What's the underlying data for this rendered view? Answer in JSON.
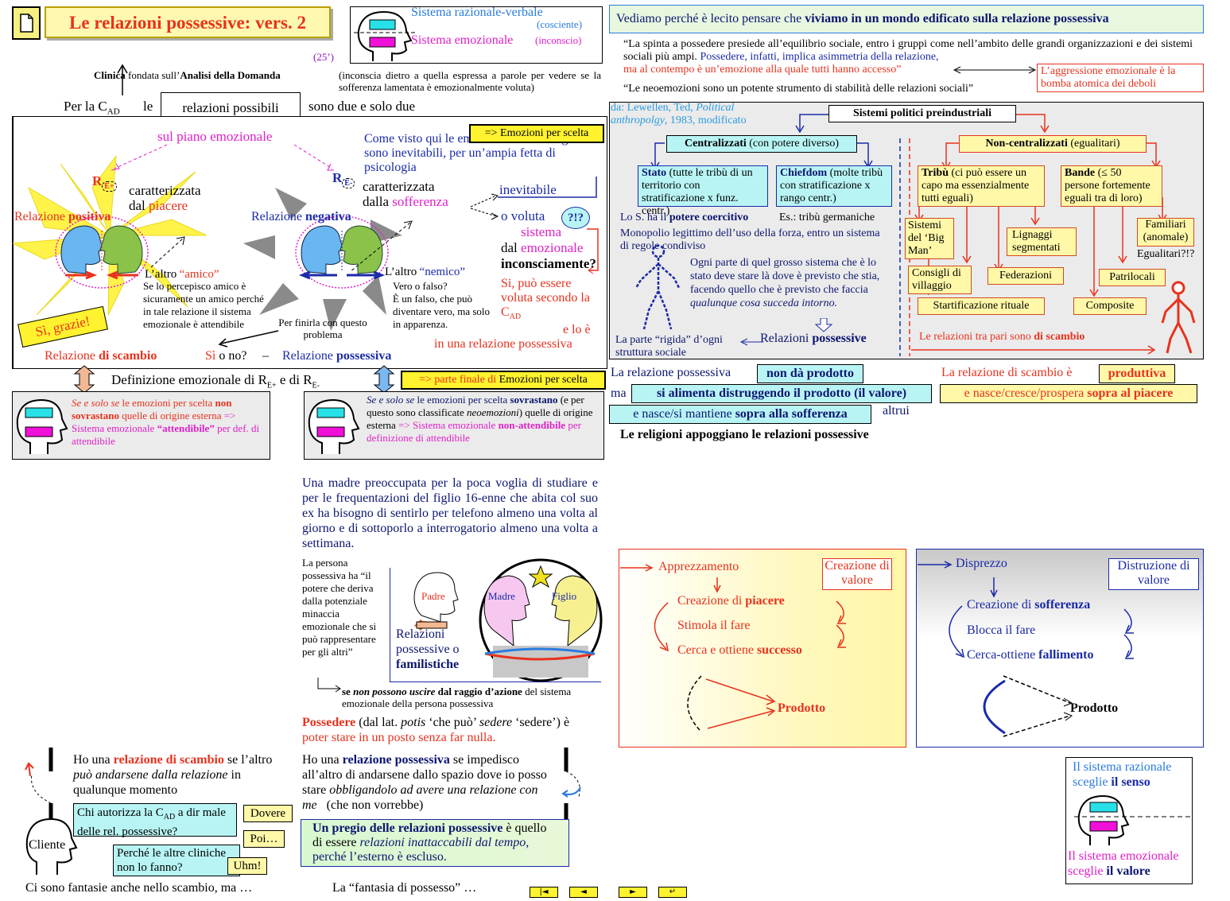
{
  "title": "Le relazioni possessive: vers. 2",
  "time": "(25’)",
  "systems": {
    "rational": "Sistema razionale-verbale",
    "rational_note": "(cosciente)",
    "emotional": "Sistema emozionale",
    "emotional_note": "(inconscio)"
  },
  "clinica": {
    "word1": "Clinica",
    "mid": "fondata sull’",
    "word2": "Analisi della Domanda",
    "rest": "(inconscia dietro a quella espressa a parole per vedere se la sofferenza lamentata è emozionalmente voluta)"
  },
  "intro": {
    "pre": "Per la C",
    "sub": "AD",
    "le": "le",
    "boxed": "relazioni possibili",
    "post": "sono due e solo due"
  },
  "left": {
    "piano": "sul piano emozionale",
    "come": "Come visto qui le emozioni non si scelgono e sono inevitabili, per un’ampia fetta di psicologia",
    "emozioni_btn": "=> Emozioni per scelta",
    "re_plus": "R",
    "re_plus_sub": "E+",
    "re_minus": "R",
    "re_minus_sub": "E-",
    "caratt1": "caratterizzata",
    "dal": "dal",
    "piacere": "piacere",
    "caratt2": "caratterizzata",
    "dalla": "dalla",
    "sofferenza": "sofferenza",
    "rel_pos_a": "Relazione",
    "rel_pos_b": "positiva",
    "rel_neg_a": "Relazione",
    "rel_neg_b": "negativa",
    "inevitabile": "inevitabile",
    "o_voluta": "o voluta",
    "qmark": "?!?",
    "dal_sistema": "dal",
    "sistema_emozionale": "sistema emozionale",
    "inconsciamente": "inconsciamente?",
    "altro_amico_a": "L’altro",
    "altro_amico_b": "“amico”",
    "amico_text": "Se lo percepisco amico è sicuramente un amico perché in tale relazione il sistema emozionale è attendibile",
    "altro_nemico_a": "L’altro",
    "altro_nemico_b": "“nemico”",
    "nemico_text": "Vero o falso?\nÈ un falso, che può diventare vero, ma solo in apparenza.",
    "si_puo": "Si, può essere voluta secondo la C",
    "si_puo_sub": "AD",
    "e_lo_e": "e lo è",
    "in_una": "in una relazione possessiva",
    "si_grazie": "Sì, grazie!",
    "per_finirla": "Per finirla con questo problema",
    "rel_scambio_a": "Relazione",
    "rel_scambio_b": "di scambio",
    "si_o_no_a": "Sì",
    "si_o_no_b": "o no?",
    "rel_poss_a": "Relazione",
    "rel_poss_b": "possessiva",
    "definizione": "Definizione emozionale di R",
    "def_sub1": "E+",
    "def_e": "e di R",
    "def_sub2": "E-",
    "parte_finale_a": "=> parte finale di",
    "parte_finale_b": "Emozioni per scelta"
  },
  "attend": {
    "left": {
      "a": "Se e solo se",
      "b": "le emozioni per scelta",
      "c": "non sovrastano",
      "d": "quelle di origine esterna",
      "e": "=> Sistema emozionale",
      "f": "“attendibile”",
      "g": "per def. di attendibile"
    },
    "right": {
      "a": "Se e solo se",
      "b": "le emozioni per scelta",
      "c": "sovrastano",
      "d": "(e per questo sono classificate",
      "e": "neoemozioni",
      "f": ") quelle di origine esterna",
      "g": "=> Sistema emozionale",
      "h": "non-attendibile",
      "i": "per definizione di attendibile"
    }
  },
  "madre": {
    "story": "Una madre preoccupata per la poca voglia di studiare e per le frequentazioni del figlio 16-enne che abita col suo ex ha bisogno di sentirlo per telefono almeno una volta al giorno e di sottoporlo a interrogatorio almeno una volta a settimana.",
    "persona": "La persona possessiva ha “il potere che deriva dalla potenziale minaccia emozionale che si può rappresentare per gli altri”",
    "padre": "Padre",
    "madre_lbl": "Madre",
    "figlio": "Figlio",
    "relazioni_a": "Relazioni possessive o",
    "relazioni_b": "familistiche",
    "raggio_a": "se",
    "raggio_b": "non possono uscire",
    "raggio_c": "dal raggio d’azione",
    "raggio_d": "del sistema emozionale della persona possessiva",
    "possedere_a": "Possedere",
    "possedere_b": "(dal lat.",
    "possedere_c": "potis",
    "possedere_d": "‘che può’",
    "possedere_e": "sedere",
    "possedere_f": "‘sedere’) è",
    "possedere_g": "poter stare in un posto senza far nulla."
  },
  "bottom": {
    "scambio_a": "Ho una",
    "scambio_b": "relazione di scambio",
    "scambio_c": "se l’altro",
    "scambio_d": "può andarsene dalla relazione",
    "scambio_e": "in qualunque momento",
    "possessiva_a": "Ho una",
    "possessiva_b": "relazione possessiva",
    "possessiva_c": "se impedisco all’altro di andarsene dallo spazio dove io posso stare",
    "possessiva_d": "obbligandolo ad avere una relazione con me",
    "possessiva_e": "(che non vorrebbe)",
    "cliente": "Cliente",
    "chi_autorizza": "Chi autorizza la C",
    "chi_sub": "AD",
    "chi_rest": "a dir male delle rel. possessive?",
    "dovere": "Dovere",
    "poi": "Poi…",
    "perche": "Perché le altre cliniche non lo fanno?",
    "uhm": "Uhm!",
    "pregio_a": "Un pregio delle relazioni possessive",
    "pregio_b": "è quello di essere",
    "pregio_c": "relazioni inattaccabili dal tempo,",
    "pregio_d": "perché l’esterno è escluso.",
    "fantasie": "Ci sono fantasie anche nello scambio, ma …",
    "fantasia_possesso": "La “fantasia di possesso” …"
  },
  "right": {
    "vediamo_a": "Vediamo perché è lecito pensare che",
    "vediamo_b": "viviamo in un mondo edificato sulla relazione possessiva",
    "quote1_a": "“La spinta a possedere presiede all’equilibrio sociale, entro i gruppi come nell’ambito delle grandi organizzazioni e dei sistemi sociali più ampi.",
    "quote1_b": "Possedere, infatti, implica asimmetria della relazione,",
    "quote1_c": "ma al contempo è un’emozione alla quale tutti hanno accesso”",
    "aggressione": "L’aggressione emozionale è la bomba atomica dei deboli",
    "quote2": "“Le neoemozioni sono un potente strumento di stabilità delle relazioni sociali”",
    "source_a": "da: Lewellen, Ted,",
    "source_b": "Political anthropolgy",
    "source_c": ", 1983, modificato",
    "sistemi_pol": "Sistemi politici preindustriali",
    "centralizzati_a": "Centralizzati",
    "centralizzati_b": "(con potere diverso)",
    "noncentr_a": "Non-centralizzati",
    "noncentr_b": "(egualitari)",
    "stato_a": "Stato",
    "stato_b": "(tutte le tribù di un territorio con stratificazione x funz. centr.)",
    "chiefdom_a": "Chiefdom",
    "chiefdom_b": "(molte tribù con stratificazione x rango centr.)",
    "tribu_a": "Tribù",
    "tribu_b": "(ci può essere un capo ma essenzialmente tutti eguali)",
    "bande_a": "Bande",
    "bande_b": "(≤ 50 persone fortemente eguali tra di loro)",
    "los_a": "Lo S. ha il",
    "los_b": "potere coercitivo",
    "es": "Es.: tribù germaniche",
    "monopolio": "Monopolio legittimo dell’uso della forza, entro un sistema di regole condiviso",
    "ogni_parte_a": "Ogni parte di quel grosso sistema che è lo stato deve stare là dove è previsto che stia, facendo quello che è previsto che faccia",
    "ogni_parte_b": "qualunque cosa succeda intorno.",
    "parte_rigida": "La parte “rigida” d’ogni struttura sociale",
    "rel_poss_a": "Relazioni",
    "rel_poss_b": "possessive",
    "sistemi_big": "Sistemi del ‘Big Man’",
    "consigli": "Consigli di villaggio",
    "lignaggi": "Lignaggi segmentati",
    "federazioni": "Federazioni",
    "familiari": "Familiari (anomale)",
    "egualitari": "Egualitari?!?",
    "patrilocali": "Patrilocali",
    "startificazione": "Startificazione rituale",
    "composite": "Composite",
    "tra_pari_a": "Le relazioni tra pari sono",
    "tra_pari_b": "di scambio",
    "non_da_a": "La relazione possessiva",
    "non_da_b": "non dà prodotto",
    "alimenta_a": "ma",
    "alimenta_b": "si alimenta distruggendo il prodotto (il valore)",
    "nasce_a": "e nasce/si mantiene",
    "nasce_b": "sopra alla sofferenza",
    "altrui": "altrui",
    "scambio_prod_a": "La relazione di scambio è",
    "scambio_prod_b": "produttiva",
    "cresce_a": "e nasce/cresce/prospera",
    "cresce_b": "sopra al piacere",
    "religioni": "Le religioni appoggiano le relazioni possessive"
  },
  "panels": {
    "yellow": {
      "apprezzamento": "Apprezzamento",
      "creazione_valore": "Creazione di valore",
      "creazione_piacere_a": "Creazione di",
      "creazione_piacere_b": "piacere",
      "stimola": "Stimola il fare",
      "cerca_a": "Cerca e ottiene",
      "cerca_b": "successo",
      "prodotto": "Prodotto"
    },
    "blue": {
      "disprezzo": "Disprezzo",
      "distruzione": "Distruzione di valore",
      "creazione_soff_a": "Creazione di",
      "creazione_soff_b": "sofferenza",
      "blocca": "Blocca il fare",
      "cerca_a": "Cerca-ottiene",
      "cerca_b": "fallimento",
      "prodotto": "Prodotto"
    }
  },
  "legend": {
    "rational_a": "Il sistema razionale sceglie",
    "rational_b": "il senso",
    "emotional_a": "Il sistema emozionale sceglie",
    "emotional_b": "il valore"
  },
  "nav": [
    "|◄",
    "◄",
    "►",
    "↵"
  ],
  "colors": {
    "yellow_bg": "#fff6a8",
    "cyan": "#28e0e8",
    "magenta": "#f010d8",
    "blue": "#1a2aa8",
    "red": "#e8321e"
  }
}
